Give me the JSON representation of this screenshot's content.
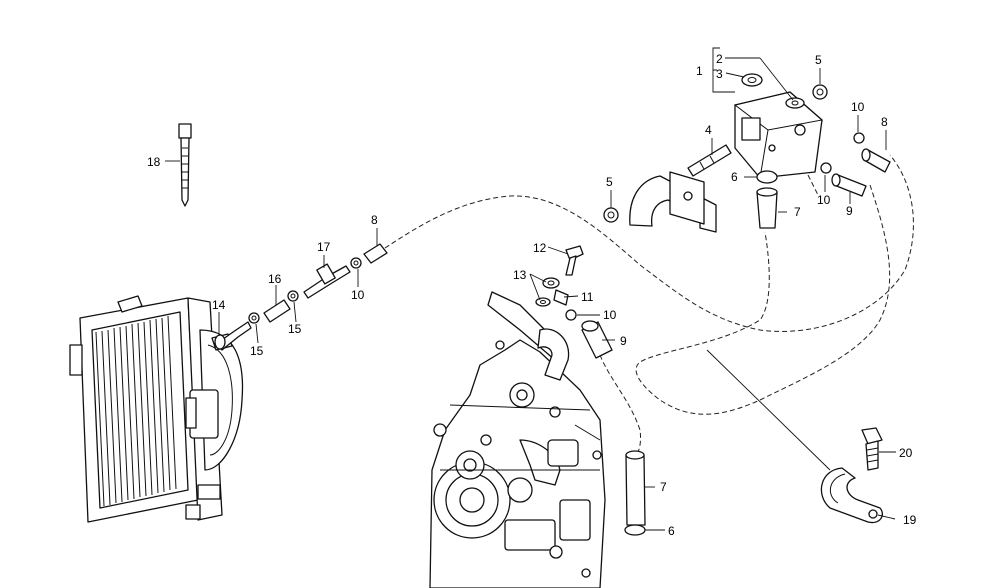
{
  "diagram": {
    "callouts": [
      {
        "id": "c1",
        "text": "1"
      },
      {
        "id": "c2",
        "text": "2"
      },
      {
        "id": "c3",
        "text": "3"
      },
      {
        "id": "c4",
        "text": "4"
      },
      {
        "id": "c5a",
        "text": "5"
      },
      {
        "id": "c5b",
        "text": "5"
      },
      {
        "id": "c6a",
        "text": "6"
      },
      {
        "id": "c6b",
        "text": "6"
      },
      {
        "id": "c7a",
        "text": "7"
      },
      {
        "id": "c7b",
        "text": "7"
      },
      {
        "id": "c8a",
        "text": "8"
      },
      {
        "id": "c8b",
        "text": "8"
      },
      {
        "id": "c9a",
        "text": "9"
      },
      {
        "id": "c9b",
        "text": "9"
      },
      {
        "id": "c10a",
        "text": "10"
      },
      {
        "id": "c10b",
        "text": "10"
      },
      {
        "id": "c10c",
        "text": "10"
      },
      {
        "id": "c10d",
        "text": "10"
      },
      {
        "id": "c11",
        "text": "11"
      },
      {
        "id": "c12",
        "text": "12"
      },
      {
        "id": "c13",
        "text": "13"
      },
      {
        "id": "c14",
        "text": "14"
      },
      {
        "id": "c15a",
        "text": "15"
      },
      {
        "id": "c15b",
        "text": "15"
      },
      {
        "id": "c16",
        "text": "16"
      },
      {
        "id": "c17",
        "text": "17"
      },
      {
        "id": "c18",
        "text": "18"
      },
      {
        "id": "c19",
        "text": "19"
      },
      {
        "id": "c20",
        "text": "20"
      }
    ]
  }
}
